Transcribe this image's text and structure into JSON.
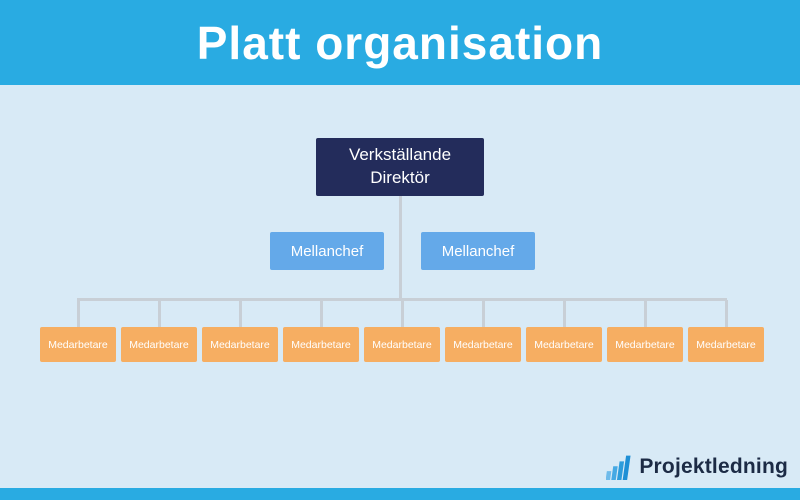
{
  "header": {
    "title": "Platt organisation"
  },
  "org_chart": {
    "root": {
      "label": "Verkställande Direktör"
    },
    "managers": [
      {
        "label": "Mellanchef"
      },
      {
        "label": "Mellanchef"
      }
    ],
    "employees": [
      {
        "label": "Medarbetare"
      },
      {
        "label": "Medarbetare"
      },
      {
        "label": "Medarbetare"
      },
      {
        "label": "Medarbetare"
      },
      {
        "label": "Medarbetare"
      },
      {
        "label": "Medarbetare"
      },
      {
        "label": "Medarbetare"
      },
      {
        "label": "Medarbetare"
      },
      {
        "label": "Medarbetare"
      }
    ]
  },
  "footer": {
    "brand": "Projektledning"
  },
  "colors": {
    "header_blue": "#29ABE2",
    "background": "#D8EAF6",
    "root_navy": "#232C5B",
    "manager_blue": "#64A9E9",
    "employee_orange": "#F6AE62",
    "connector_gray": "#C8CFD6",
    "brand_text": "#1C2B45"
  }
}
